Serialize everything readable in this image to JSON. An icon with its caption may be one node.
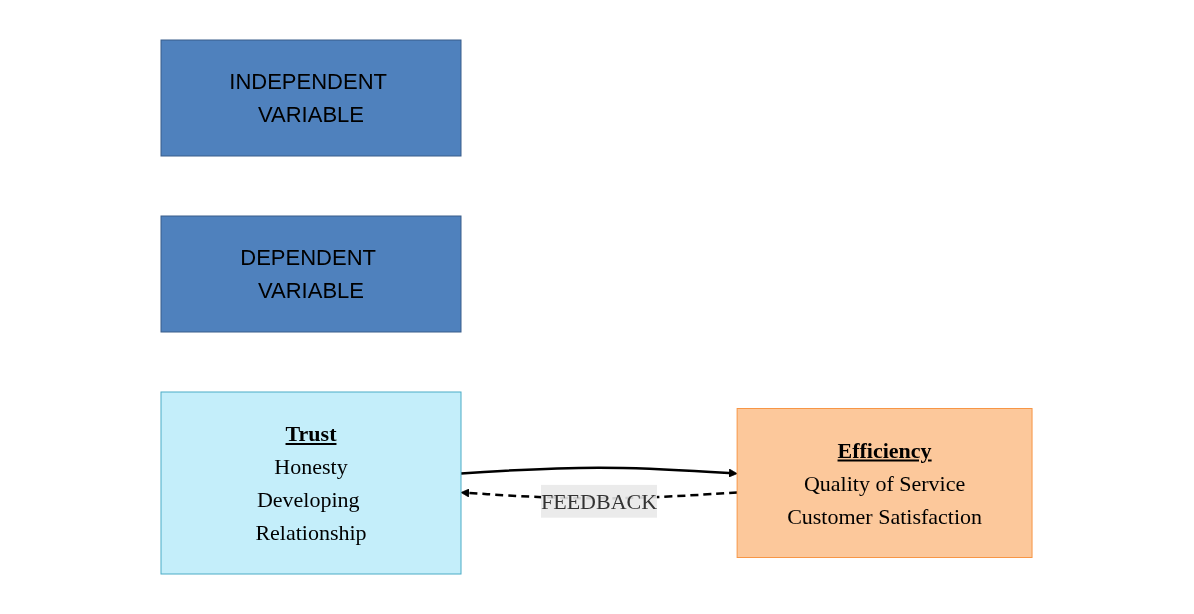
{
  "diagram": {
    "nodes": [
      {
        "text": [
          "INDEPENDENT VARIABLE"
        ]
      },
      {
        "text": [
          "DEPENDENT VARIABLE"
        ]
      },
      {
        "text": [
          "Trust",
          "Honesty",
          "Developing Relationship"
        ]
      },
      {
        "text": [
          "Efficiency",
          "Quality of Service",
          "Customer Satisfaction"
        ]
      }
    ],
    "edges": [
      {
        "from": 2,
        "to": 3,
        "arrow": "to"
      },
      {
        "from": 3,
        "to": 2,
        "arrow": "to",
        "label": "FEEDBACK",
        "style": "dashed"
      }
    ]
  }
}
